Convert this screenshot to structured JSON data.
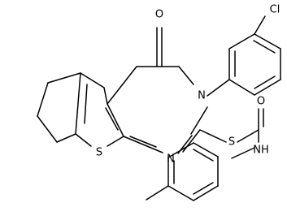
{
  "structure": {
    "atoms": {
      "oxygen_carbonyl_ring": "O",
      "chlorine": "Cl",
      "nitrogen_ring_n3": "N",
      "nitrogen_ring_n1": "N",
      "sulfur_thiophene": "S",
      "sulfur_thioether": "S",
      "oxygen_amide": "O",
      "nitrogen_amide": "NH"
    }
  }
}
